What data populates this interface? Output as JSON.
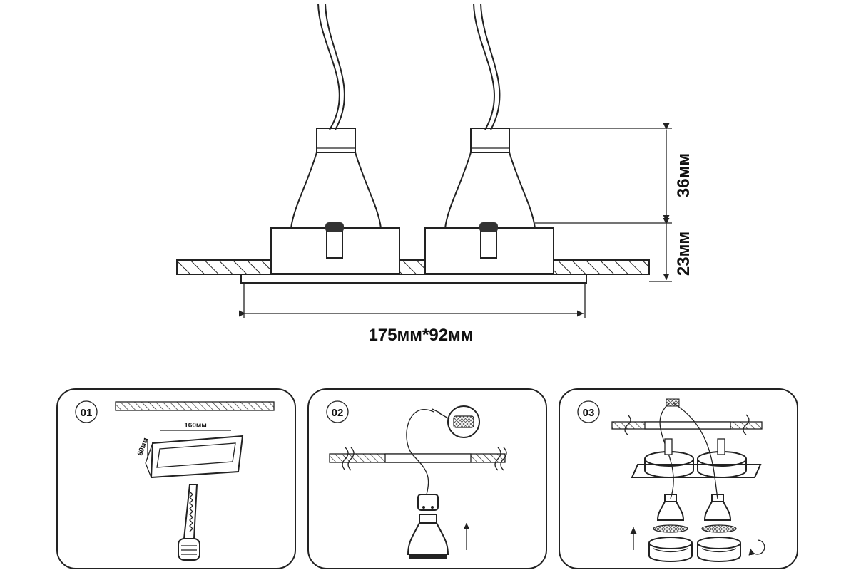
{
  "main_drawing": {
    "dim_height_top": "36мм",
    "dim_height_bottom": "23мм",
    "dim_footprint": "175мм*92мм"
  },
  "steps": [
    {
      "number": "01",
      "cut_width": "160мм",
      "cut_height": "80мм"
    },
    {
      "number": "02"
    },
    {
      "number": "03"
    }
  ],
  "colors": {
    "line": "#222222",
    "background": "#ffffff"
  }
}
